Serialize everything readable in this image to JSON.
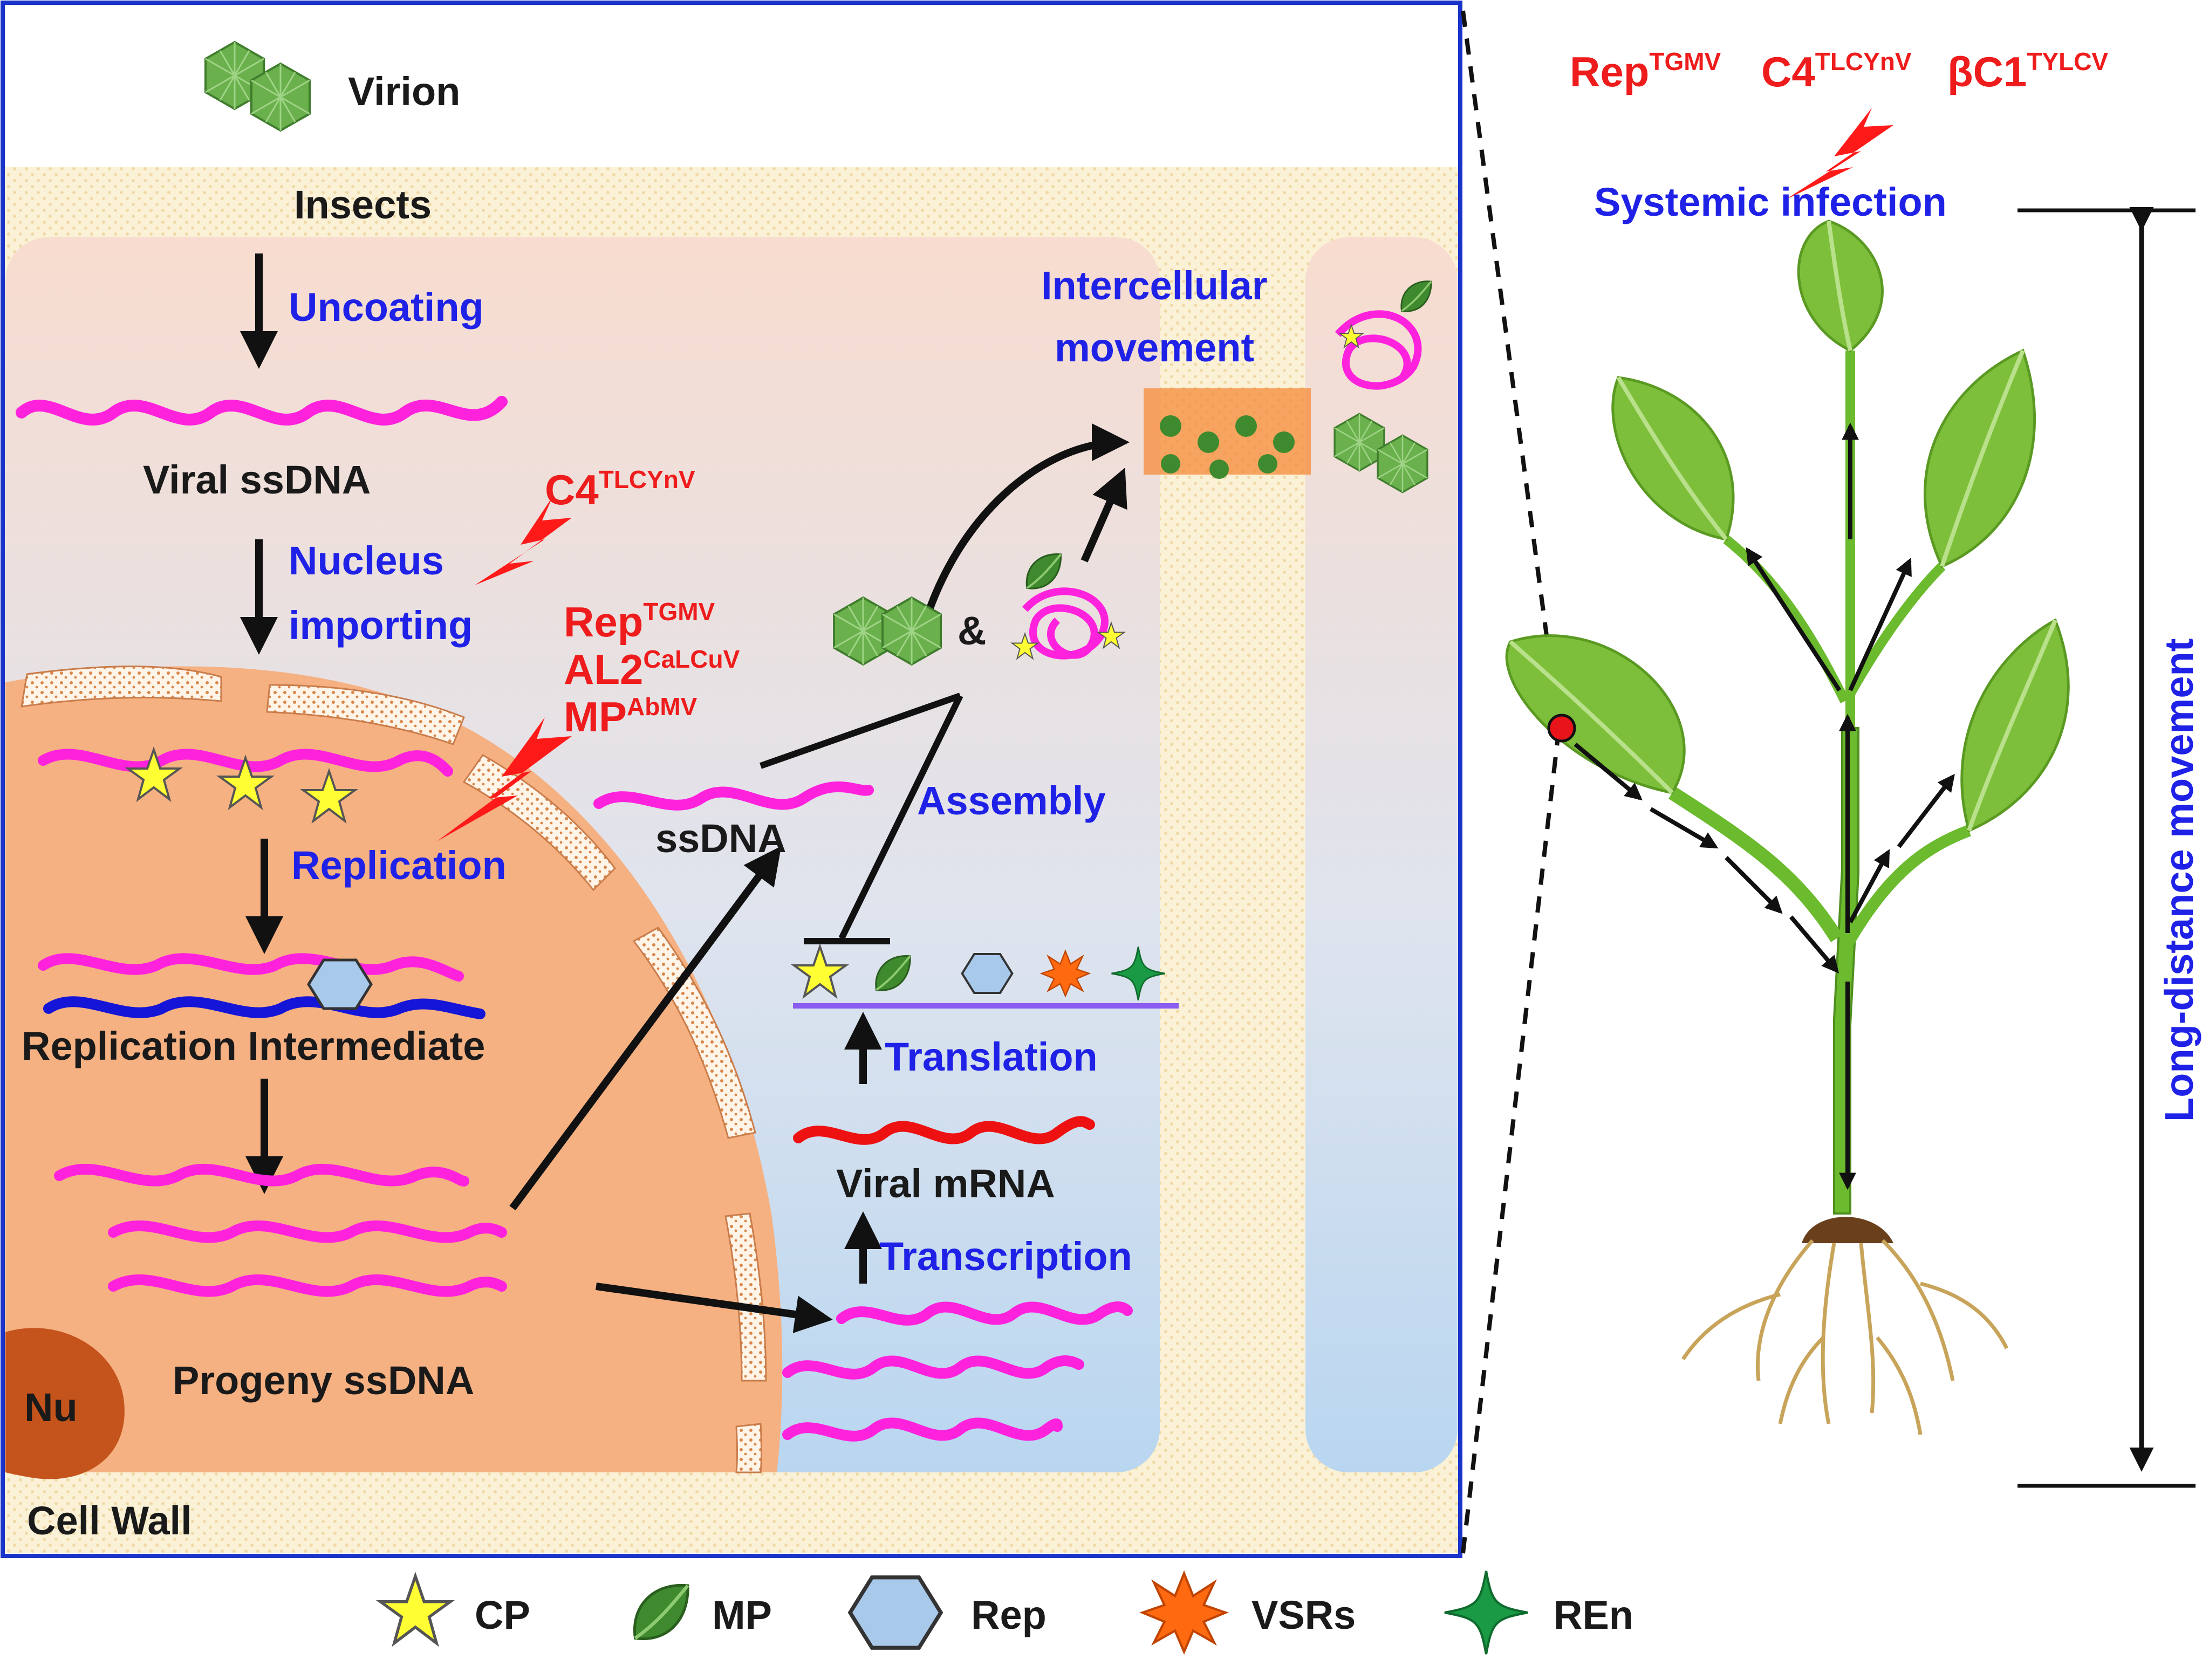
{
  "labels": {
    "virion": "Virion",
    "insects": "Insects",
    "uncoating": "Uncoating",
    "viral_ssdna": "Viral ssDNA",
    "nucleus_line1": "Nucleus",
    "nucleus_line2": "importing",
    "replication": "Replication",
    "replication_intermediate": "Replication Intermediate",
    "progeny_ssdna": "Progeny ssDNA",
    "nu": "Nu",
    "cell_wall": "Cell Wall",
    "ssdna": "ssDNA",
    "assembly": "Assembly",
    "ampersand": "&",
    "translation": "Translation",
    "viral_mrna": "Viral mRNA",
    "transcription": "Transcription",
    "intercellular_line1": "Intercellular",
    "intercellular_line2": "movement",
    "systemic_infection": "Systemic infection",
    "long_distance": "Long-distance movement"
  },
  "suppressors": {
    "c4": {
      "base": "C4",
      "sup": "TLCYnV"
    },
    "rep": {
      "base": "Rep",
      "sup": "TGMV"
    },
    "al2": {
      "base": "AL2",
      "sup": "CaLCuV"
    },
    "mp": {
      "base": "MP",
      "sup": "AbMV"
    },
    "top_rep": {
      "base": "Rep",
      "sup": "TGMV"
    },
    "top_c4": {
      "base": "C4",
      "sup": "TLCYnV"
    },
    "top_bc1": {
      "base": "βC1",
      "sup": "TYLCV"
    }
  },
  "legend": [
    {
      "name": "CP",
      "icon": "star-icon"
    },
    {
      "name": "MP",
      "icon": "leaf-icon"
    },
    {
      "name": "Rep",
      "icon": "hexagon-icon"
    },
    {
      "name": "VSRs",
      "icon": "burst-icon"
    },
    {
      "name": "REn",
      "icon": "four-point-star-icon"
    }
  ],
  "colors": {
    "ssdna": "#ff22dd",
    "complementary_strand": "#1515d8",
    "mrna": "#ee1111",
    "label_blue": "#1f22e6",
    "label_red": "#ee1c1c",
    "nucleus": "#f5b182",
    "cp_star": "#ffff33",
    "mp_leaf": "#3f8a2e",
    "rep_hex": "#a9c9ea",
    "vsr_burst": "#ff6a10",
    "ren_star": "#1a9a45"
  }
}
